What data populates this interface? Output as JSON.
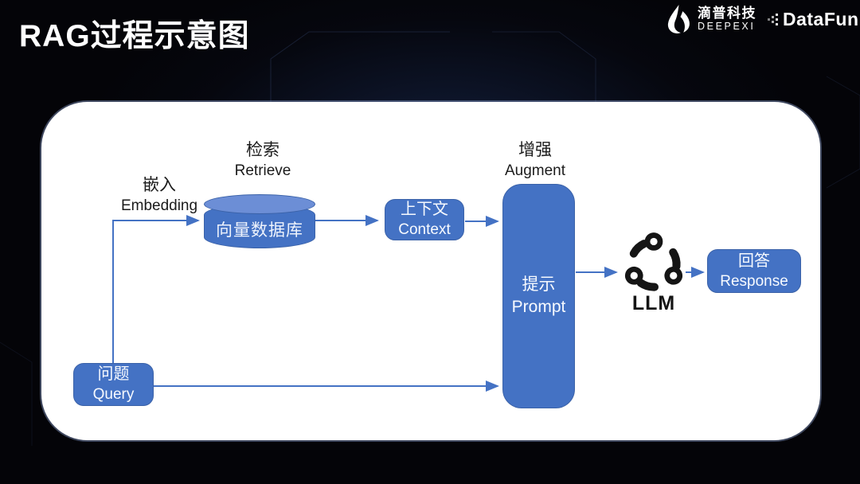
{
  "header": {
    "title": "RAG过程示意图",
    "deepexi": {
      "cn": "滴普科技",
      "en": "DEEPEXI"
    },
    "datafun": {
      "text": "DataFun."
    }
  },
  "diagram": {
    "embedding_label": {
      "cn": "嵌入",
      "en": "Embedding"
    },
    "retrieve_label": {
      "cn": "检索",
      "en": "Retrieve"
    },
    "augment_label": {
      "cn": "增强",
      "en": "Augment"
    },
    "query_node": {
      "cn": "问题",
      "en": "Query"
    },
    "vector_db_node": {
      "cn": "向量数据库"
    },
    "context_node": {
      "cn": "上下文",
      "en": "Context"
    },
    "prompt_node": {
      "cn": "提示",
      "en": "Prompt"
    },
    "llm_node": {
      "label": "LLM",
      "icon": "llm-cycle-icon"
    },
    "response_node": {
      "cn": "回答",
      "en": "Response"
    },
    "colors": {
      "node_fill": "#4472C4",
      "node_border": "#3B62A8",
      "cylinder_top_fill": "#6C8ED6",
      "arrow": "#4472C4",
      "card_bg": "#FFFFFF",
      "label_text": "#1B1B1B"
    }
  }
}
